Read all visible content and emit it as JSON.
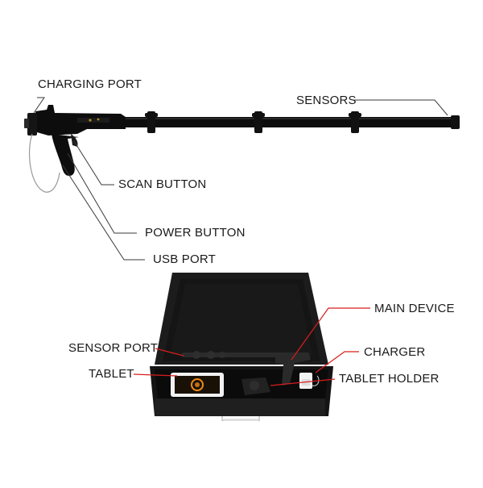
{
  "labels": {
    "charging_port": "CHARGING PORT",
    "sensors": "SENSORS",
    "scan_button": "SCAN BUTTON",
    "power_button": "POWER BUTTON",
    "usb_port": "USB PORT",
    "main_device": "MAIN DEVICE",
    "sensor_port": "SENSOR PORT",
    "charger": "CHARGER",
    "tablet": "TABLET",
    "tablet_holder": "TABLET HOLDER"
  },
  "colors": {
    "device": "#0d0d0d",
    "case": "#141414",
    "case_lid": "#1c1c1c",
    "leader_line": "#3a3a3a",
    "callout_red": "#d81e1e",
    "cable": "#9a9a9a",
    "tablet_frame": "#f2f2f2",
    "screen_glow": "#f08a12"
  },
  "icons": {
    "handle": "suitcase-handle-icon",
    "screen_logo": "tablet-logo-icon"
  }
}
